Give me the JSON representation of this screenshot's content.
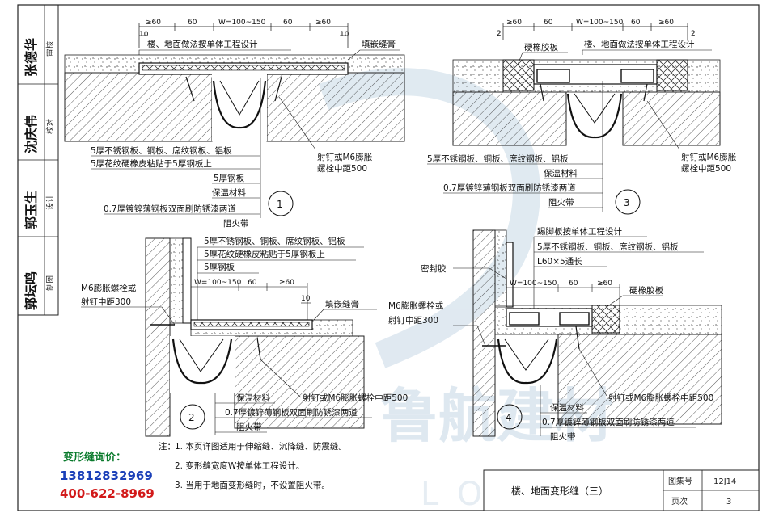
{
  "watermark": {
    "brand": "鲁航建材",
    "letters": "LONUE"
  },
  "side_panel": {
    "roles": [
      {
        "role": "审核",
        "signature": "张德华"
      },
      {
        "role": "校对",
        "signature": "沈庆伟"
      },
      {
        "role": "设计",
        "signature": "郭玉生"
      },
      {
        "role": "制图",
        "signature": "郭坛鸣"
      }
    ]
  },
  "detail1": {
    "dims": [
      "≥60",
      "60",
      "W=100~150",
      "60",
      "≥60",
      "10",
      "10"
    ],
    "top_labels": [
      "楼、地面做法按单体工程设计",
      "填嵌缝膏"
    ],
    "right_label": [
      "射钉或M6膨胀",
      "螺栓中距500"
    ],
    "left_labels": [
      "5厚不锈钢板、铜板、席纹钢板、铝板",
      "5厚花纹硬橡皮粘贴于5厚钢板上",
      "5厚钢板",
      "保温材料",
      "0.7厚镀锌薄钢板双面刷防锈漆两道",
      "阻火带"
    ],
    "number": "1"
  },
  "detail2": {
    "top_labels": [
      "5厚不锈钢板、铜板、席纹钢板、铝板",
      "5厚花纹硬橡皮粘贴于5厚钢板上",
      "5厚钢板"
    ],
    "left_label": [
      "M6膨胀螺栓或",
      "射钉中距300"
    ],
    "dims": [
      "W=100~150",
      "60",
      "≥60",
      "10"
    ],
    "right_label": "填嵌缝膏",
    "bottom_labels": [
      "保温材料",
      "0.7厚镀锌薄钢板双面刷防锈漆两道",
      "阻火带"
    ],
    "fix_label": "射钉或M6膨胀螺栓中距500",
    "number": "2"
  },
  "detail3": {
    "dims": [
      "≥60",
      "60",
      "W=100~150",
      "60",
      "≥60",
      "2",
      "2"
    ],
    "top_labels": [
      "硬橡胶板",
      "楼、地面做法按单体工程设计"
    ],
    "right_label": [
      "射钉或M6膨胀",
      "螺栓中距500"
    ],
    "left_labels": [
      "5厚不锈钢板、铜板、席纹钢板、铝板",
      "保温材料",
      "0.7厚镀锌薄钢板双面刷防锈漆两道",
      "阻火带"
    ],
    "number": "3"
  },
  "detail4": {
    "top_labels": [
      "踢脚板按单体工程设计",
      "5厚不锈钢板、铜板、席纹钢板、铝板",
      "L60×5通长"
    ],
    "seal_label": "密封胶",
    "dims": [
      "W=100~150",
      "60",
      "≥60"
    ],
    "right_label": "硬橡胶板",
    "left_label": [
      "M6膨胀螺栓或",
      "射钉中距300"
    ],
    "bottom_labels": [
      "保温材料",
      "0.7厚镀锌薄钢板双面刷防锈漆两道",
      "阻火带"
    ],
    "fix_label": "射钉或M6膨胀螺栓中距500",
    "number": "4"
  },
  "ad": {
    "title": "变形缝询价：",
    "phone1": "13812832969",
    "phone2": "400-622-8969"
  },
  "notes": {
    "heading": "注：",
    "items": [
      "1. 本页详图适用于伸缩缝、沉降缝、防震缝。",
      "2. 变形缝宽度W按单体工程设计。",
      "3. 当用于地面变形缝时，不设置阻火带。"
    ]
  },
  "title_block": {
    "title": "楼、地面变形缝（三）",
    "atlas_label": "图集号",
    "atlas_value": "12J14",
    "page_label": "页次",
    "page_value": "3"
  }
}
